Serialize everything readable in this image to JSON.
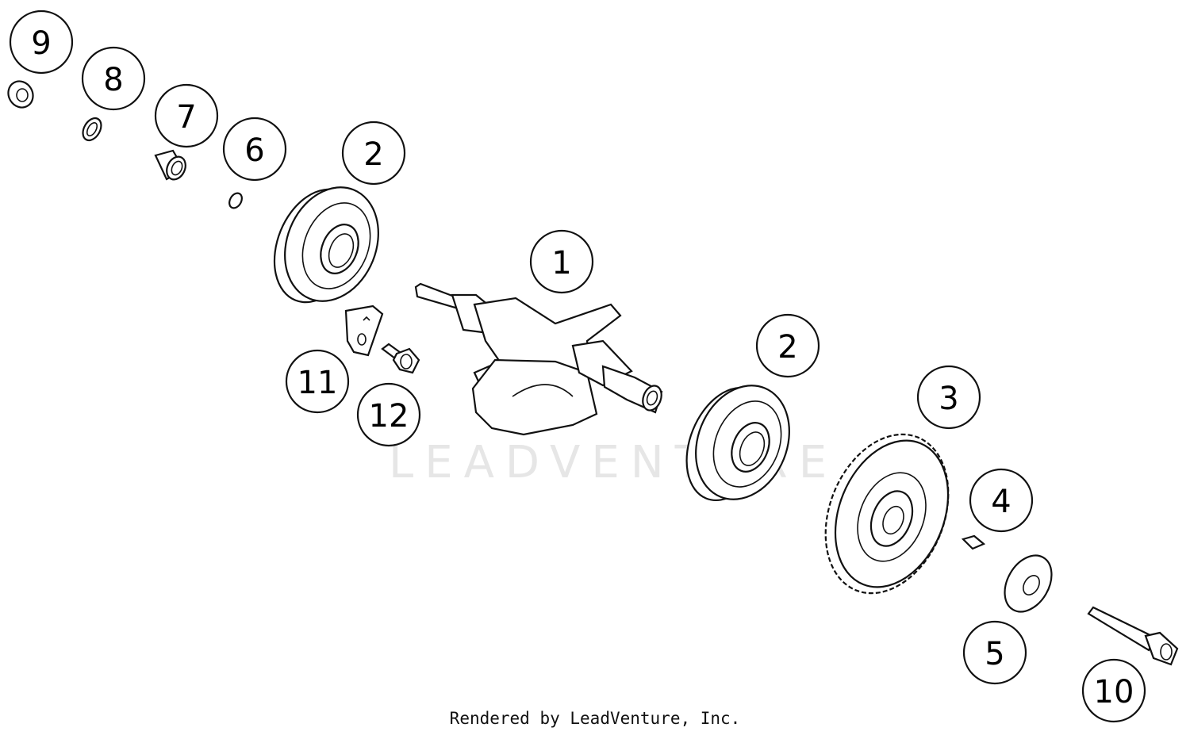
{
  "watermark": "LEADVENTURE",
  "footer": "Rendered by LeadVenture, Inc.",
  "callouts": [
    "9",
    "8",
    "7",
    "6",
    "2",
    "1",
    "11",
    "12",
    "2",
    "3",
    "4",
    "5",
    "10"
  ]
}
